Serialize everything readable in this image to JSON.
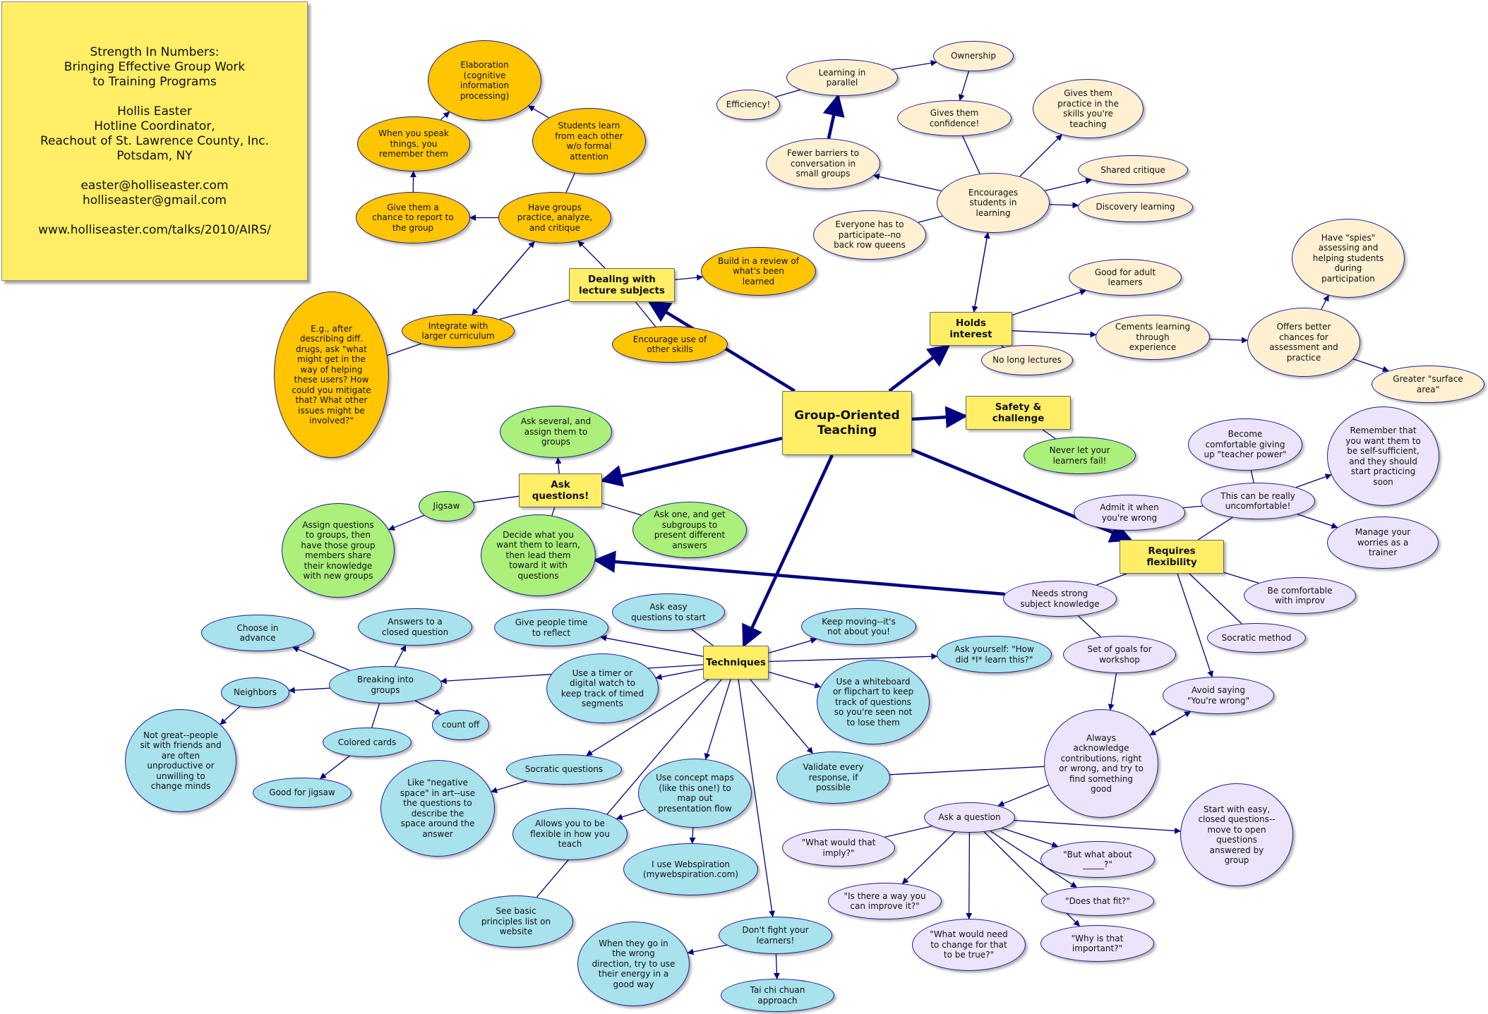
{
  "colors": {
    "edge": "#000080",
    "topic_box": "#ffee66",
    "orange": "#ffc500",
    "peach": "#fff0d2",
    "green": "#aaf07a",
    "blue": "#a8e2ec",
    "purple": "#ebe4fb"
  },
  "note": {
    "title_line1": "Strength In Numbers:",
    "title_line2": "Bringing Effective Group Work",
    "title_line3": "to Training Programs",
    "name": "Hollis Easter",
    "role": "Hotline Coordinator,",
    "org": "Reachout of St. Lawrence County, Inc.",
    "location": "Potsdam, NY",
    "email1": "easter@holliseaster.com",
    "email2": "holliseaster@gmail.com",
    "url": "www.holliseaster.com/talks/2010/AIRS/"
  },
  "nodes": {
    "center": "Group-Oriented\nTeaching",
    "lecture": "Dealing with\nlecture subjects",
    "holds": "Holds interest",
    "safety": "Safety &\nchallenge",
    "askq": "Ask questions!",
    "flex": "Requires\nflexibility",
    "tech": "Techniques",
    "elab": "Elaboration\n(cognitive\ninformation\nprocessing)",
    "speak": "When you speak\nthings, you\nremember them",
    "students": "Students learn\nfrom each other\nw/o formal\nattention",
    "report": "Give them a\nchance to report to\nthe group",
    "practice": "Have groups\npractice, analyze,\nand critique",
    "review": "Build in a review of\nwhat's been\nlearned",
    "eg": "E.g., after\ndescribing diff.\ndrugs, ask \"what\nmight get in the\nway of helping\nthese users? How\ncould you mitigate\nthat? What other\nissues might be\ninvolved?\"",
    "integrate": "Integrate with\nlarger curriculum",
    "encourage": "Encourage use of\nother skills",
    "parallel": "Learning in\nparallel",
    "ownership": "Ownership",
    "efficiency": "Efficiency!",
    "confidence": "Gives them\nconfidence!",
    "practiceskills": "Gives them\npractice in the\nskills you're\nteaching",
    "barriers": "Fewer barriers to\nconversation in\nsmall groups",
    "shared": "Shared critique",
    "encstudents": "Encourages\nstudents in\nlearning",
    "discovery": "Discovery learning",
    "everyone": "Everyone has to\nparticipate--no\nback row queens",
    "spies": "Have \"spies\"\nassessing and\nhelping students\nduring\nparticipation",
    "adult": "Good for adult\nlearners",
    "cements": "Cements learning\nthrough\nexperience",
    "offers": "Offers better\nchances for\nassessment and\npractice",
    "nolong": "No long lectures",
    "surface": "Greater \"surface\narea\"",
    "never": "Never let your\nlearners fail!",
    "askseveral": "Ask several, and\nassign them to\ngroups",
    "jigsaw": "Jigsaw",
    "assignq": "Assign questions\nto groups, then\nhave those group\nmembers share\ntheir knowledge\nwith new groups",
    "decide": "Decide what you\nwant them to learn,\nthen lead them\ntoward it with\nquestions",
    "askone": "Ask one, and get\nsubgroups to\npresent different\nanswers",
    "become": "Become\ncomfortable giving\nup \"teacher power\"",
    "remember": "Remember that\nyou want them to\nbe self-sufficient,\nand they should\nstart practicing\nsoon",
    "admit": "Admit it when\nyou're wrong",
    "uncomfortable": "This can be really\nuncomfortable!",
    "worries": "Manage your\nworries as a\ntrainer",
    "needs": "Needs strong\nsubject knowledge",
    "improv": "Be comfortable\nwith improv",
    "socratic": "Socratic method",
    "goals": "Set of goals for\nworkshop",
    "avoid": "Avoid saying\n\"You're wrong\"",
    "always": "Always\nacknowledge\ncontributions, right\nor wrong, and try to\nfind something\ngood",
    "askaq": "Ask a question",
    "startwith": "Start with easy,\nclosed questions--\nmove to open\nquestions\nanswered by\ngroup",
    "imply": "\"What would that\nimply?\"",
    "butwhat": "\"But what about\n_____?\"",
    "isthere": "\"Is there a way you\ncan improve it?\"",
    "doesfit": "\"Does that fit?\"",
    "whatneed": "\"What would need\nto change for that\nto be true?\"",
    "whyimp": "\"Why is that\nimportant?\"",
    "choose": "Choose in\nadvance",
    "answers": "Answers to a\nclosed question",
    "giveppl": "Give people time\nto reflect",
    "askeasy": "Ask easy\nquestions to start",
    "keepmoving": "Keep moving--it's\nnot about you!",
    "askyourself": "Ask yourself: \"How\ndid *I* learn this?\"",
    "neighbors": "Neighbors",
    "breaking": "Breaking into\ngroups",
    "timer": "Use a timer or\ndigital watch to\nkeep track of timed\nsegments",
    "whiteboard": "Use a whiteboard\nor flipchart to keep\ntrack of questions\nso you're seen not\nto lose them",
    "countoff": "count off",
    "notgreat": "Not great--people\nsit with friends and\nare often\nunproductive or\nunwilling to\nchange minds",
    "colored": "Colored cards",
    "goodjigsaw": "Good for jigsaw",
    "socraticq": "Socratic questions",
    "likeneg": "Like \"negative\nspace\" in art--use\nthe questions to\ndescribe the\nspace around the\nanswer",
    "conceptmaps": "Use concept maps\n(like this one!) to\nmap out\npresentation flow",
    "validate": "Validate every\nresponse, if\npossible",
    "allows": "Allows you to be\nflexible in how you\nteach",
    "webspiration": "I use Webspiration\n(mywebspiration.com)",
    "seebasic": "See basic\nprinciples list on\nwebsite",
    "wrongdir": "When they go in\nthe wrong\ndirection, try to use\ntheir energy in a\ngood way",
    "dontfight": "Don't fight your\nlearners!",
    "taichi": "Tai chi chuan\napproach"
  }
}
